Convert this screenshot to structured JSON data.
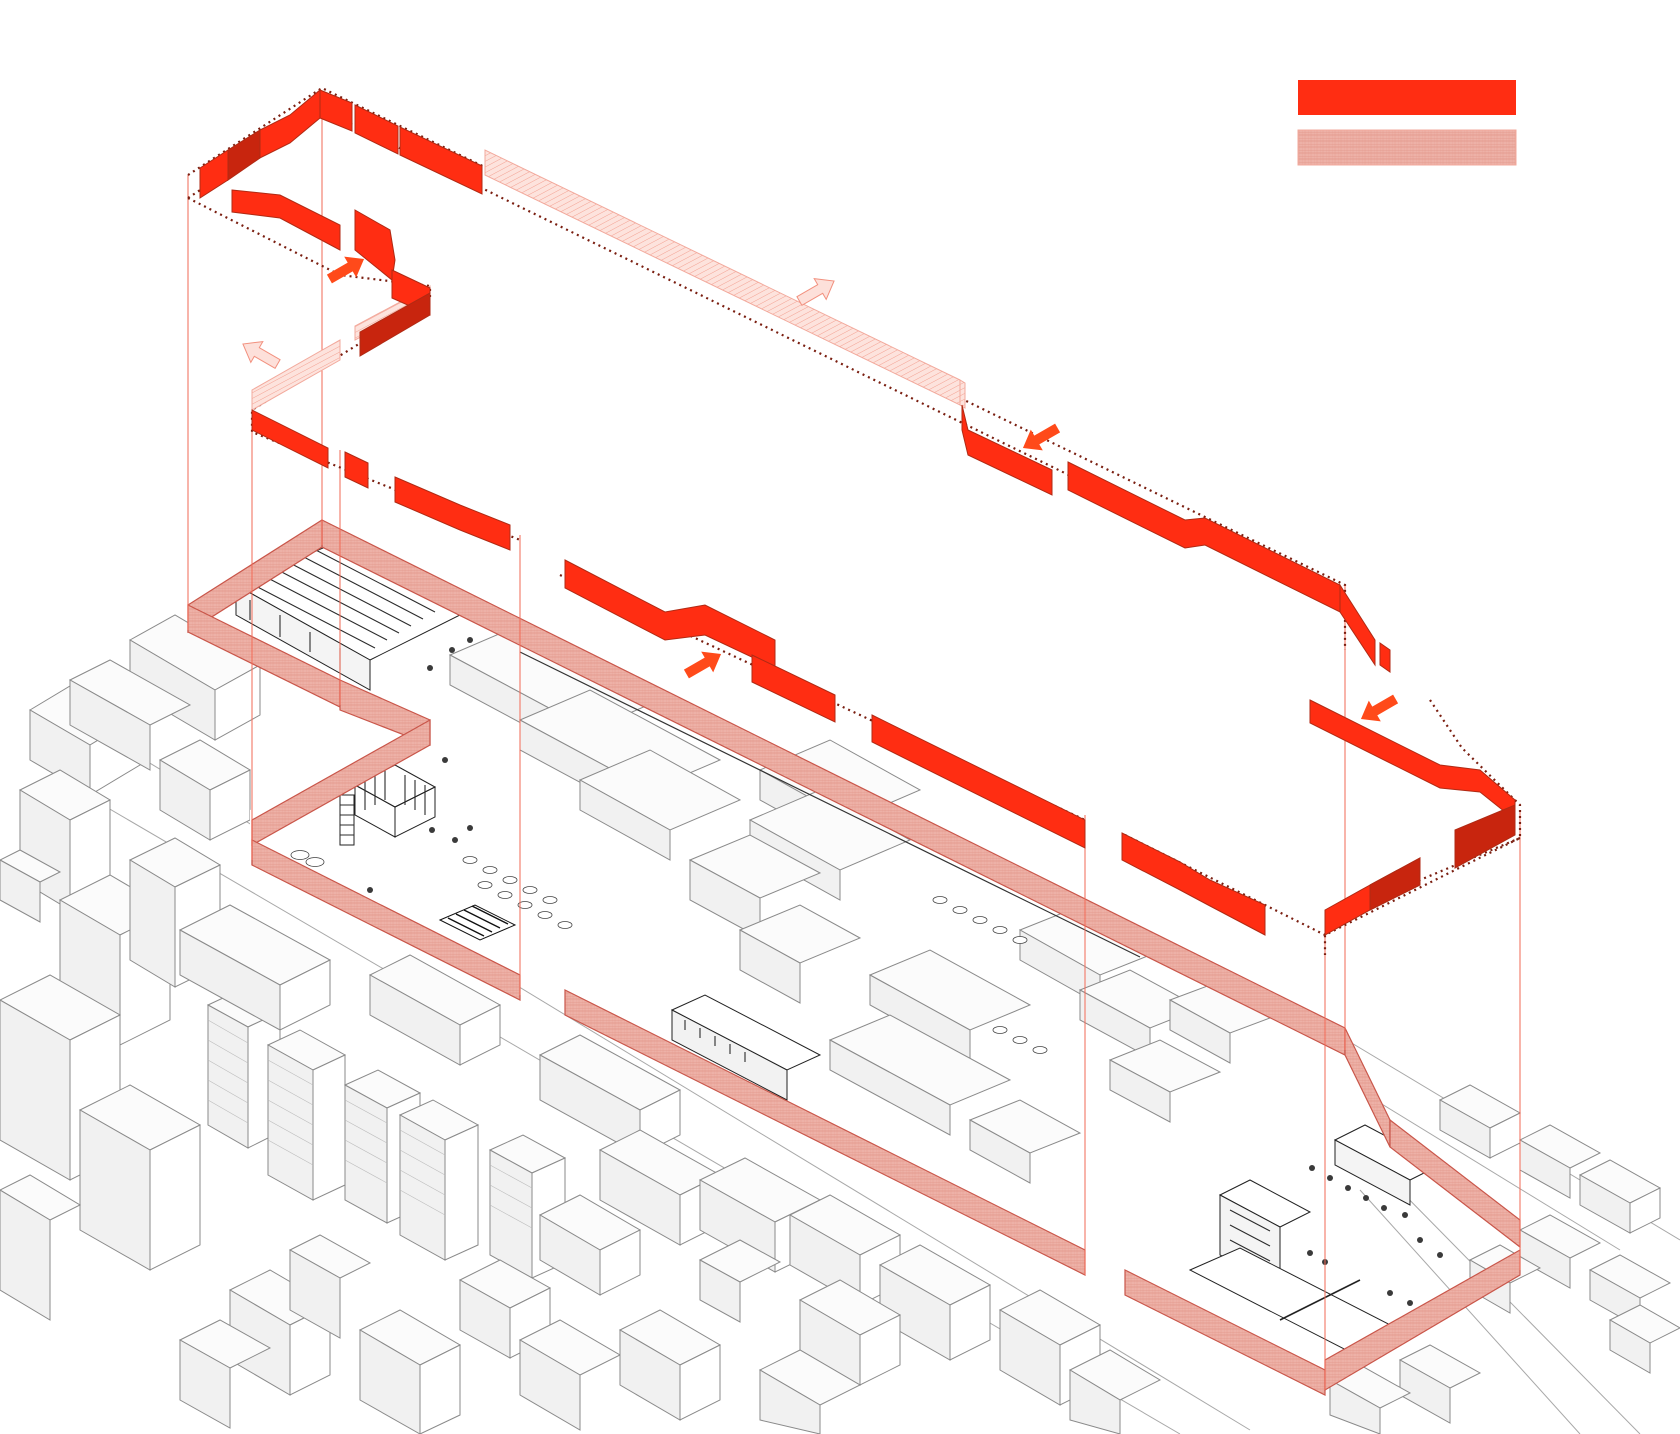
{
  "colors": {
    "solid_wall": "#ff2d12",
    "solid_wall_dark": "#c8250e",
    "open_wall": "#f6b1a4",
    "site_band": "#e9a196",
    "arrow_in": "#ff4a1a",
    "arrow_out": "#f8b3a6",
    "outline_dotted": "#7a1e10",
    "context_lines": "#8a8a8a"
  },
  "legend": {
    "items": [
      {
        "swatch": "solid",
        "color": "#ff2d12"
      },
      {
        "swatch": "hatched",
        "color": "#f6b1a4"
      }
    ]
  },
  "arrows": [
    {
      "kind": "inward",
      "icon": "arrow-in-icon"
    },
    {
      "kind": "inward",
      "icon": "arrow-in-icon"
    },
    {
      "kind": "inward",
      "icon": "arrow-in-icon"
    },
    {
      "kind": "inward",
      "icon": "arrow-in-icon"
    },
    {
      "kind": "outward",
      "icon": "arrow-out-icon"
    },
    {
      "kind": "outward",
      "icon": "arrow-out-icon"
    }
  ]
}
